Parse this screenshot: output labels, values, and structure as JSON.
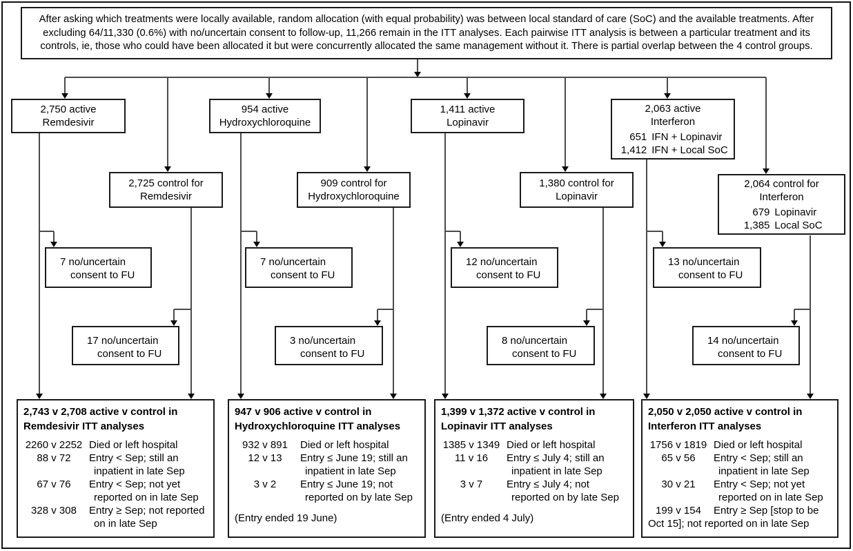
{
  "colors": {
    "background": "#ffffff",
    "box_border": "#1a1a1a",
    "line": "#4a4a4a",
    "text": "#000000"
  },
  "header": {
    "text": "After asking which treatments were locally available, random allocation (with equal probability) was between local standard of care (SoC) and the available treatments. After excluding 64/11,330 (0.6%) with no/uncertain consent to follow-up, 11,266 remain in the ITT analyses. Each pairwise ITT analysis is between a particular treatment and its controls, ie, those who could have been allocated it but were concurrently allocated the same management without it. There is partial overlap between the 4 control groups."
  },
  "columns": [
    {
      "treatment": "Remdesivir",
      "active_line1": "2,750 active",
      "active_line2": "Remdesivir",
      "active_subrows": [],
      "control_line1": "2,725 control for",
      "control_line2": "Remdesivir",
      "control_subrows": [],
      "consent1_line1": "7 no/uncertain",
      "consent1_line2": "consent to FU",
      "consent2_line1": "17 no/uncertain",
      "consent2_line2": "consent to FU",
      "itt_title": "2,743 v 2,708 active v control in Remdesivir ITT analyses",
      "itt_rows": [
        {
          "num": "2260 v 2252",
          "text": "Died or left hospital"
        },
        {
          "num": "88 v 72",
          "text": "Entry < Sep; still an inpatient in late Sep"
        },
        {
          "num": "67 v 76",
          "text": "Entry < Sep; not yet reported on in late Sep"
        },
        {
          "num": "328 v 308",
          "text": "Entry ≥ Sep; not reported on in late Sep"
        }
      ],
      "itt_footer": ""
    },
    {
      "treatment": "Hydroxychloroquine",
      "active_line1": "954 active",
      "active_line2": "Hydroxychloroquine",
      "active_subrows": [],
      "control_line1": "909 control for",
      "control_line2": "Hydroxychloroquine",
      "control_subrows": [],
      "consent1_line1": "7 no/uncertain",
      "consent1_line2": "consent to FU",
      "consent2_line1": "3 no/uncertain",
      "consent2_line2": "consent to FU",
      "itt_title": "947 v 906 active v control in Hydroxychloroquine ITT analyses",
      "itt_rows": [
        {
          "num": "932 v 891",
          "text": "Died or left hospital"
        },
        {
          "num": "12 v 13",
          "text": "Entry ≤ June 19; still an inpatient in late Sep"
        },
        {
          "num": "3 v 2",
          "text": "Entry ≤ June 19; not reported on by late Sep"
        }
      ],
      "itt_footer": "(Entry ended 19 June)"
    },
    {
      "treatment": "Lopinavir",
      "active_line1": "1,411 active",
      "active_line2": "Lopinavir",
      "active_subrows": [],
      "control_line1": "1,380 control for",
      "control_line2": "Lopinavir",
      "control_subrows": [],
      "consent1_line1": "12 no/uncertain",
      "consent1_line2": "consent to FU",
      "consent2_line1": "8 no/uncertain",
      "consent2_line2": "consent to FU",
      "itt_title": "1,399 v 1,372 active v control in Lopinavir ITT analyses",
      "itt_rows": [
        {
          "num": "1385 v 1349",
          "text": "Died or left hospital"
        },
        {
          "num": "11 v 16",
          "text": "Entry ≤ July 4; still an inpatient in late Sep"
        },
        {
          "num": "3 v 7",
          "text": "Entry ≤ July 4; not reported on by late Sep"
        }
      ],
      "itt_footer": "(Entry ended 4 July)"
    },
    {
      "treatment": "Interferon",
      "active_line1": "2,063 active",
      "active_line2": "Interferon",
      "active_subrows": [
        {
          "num": "651",
          "label": "IFN + Lopinavir"
        },
        {
          "num": "1,412",
          "label": "IFN + Local SoC"
        }
      ],
      "control_line1": "2,064 control for",
      "control_line2": "Interferon",
      "control_subrows": [
        {
          "num": "679",
          "label": "Lopinavir"
        },
        {
          "num": "1,385",
          "label": "Local SoC"
        }
      ],
      "consent1_line1": "13 no/uncertain",
      "consent1_line2": "consent to FU",
      "consent2_line1": "14 no/uncertain",
      "consent2_line2": "consent to FU",
      "itt_title": "2,050 v 2,050 active v control in Interferon ITT analyses",
      "itt_rows": [
        {
          "num": "1756 v 1819",
          "text": "Died or left hospital"
        },
        {
          "num": "65 v 56",
          "text": "Entry < Sep; still an inpatient in late Sep"
        },
        {
          "num": "30 v 21",
          "text": "Entry < Sep; not yet reported on in late Sep"
        },
        {
          "num": "199 v 154",
          "text": "Entry ≥ Sep [stop to be"
        },
        {
          "wrap": "Oct 15]; not reported on in late Sep"
        }
      ],
      "itt_footer": ""
    }
  ]
}
